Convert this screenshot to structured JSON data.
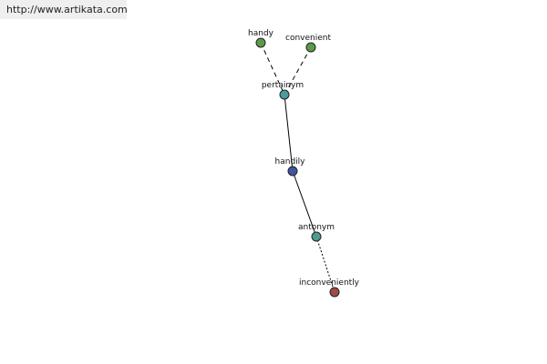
{
  "header": {
    "url": "http://www.artikata.com"
  },
  "graph": {
    "nodes": [
      {
        "id": "handy",
        "label": "handy",
        "color": "#5c9a4a"
      },
      {
        "id": "convenient",
        "label": "convenient",
        "color": "#5c9a4a"
      },
      {
        "id": "pertainym",
        "label": "pertainym",
        "color": "#4e9b9b"
      },
      {
        "id": "handily",
        "label": "handily",
        "color": "#3f55a0"
      },
      {
        "id": "antonym",
        "label": "antonym",
        "color": "#4e9b8a"
      },
      {
        "id": "inconveniently",
        "label": "inconveniently",
        "color": "#9e4a4a"
      }
    ],
    "edges": [
      {
        "from": "handy",
        "to": "pertainym",
        "style": "dashed"
      },
      {
        "from": "convenient",
        "to": "pertainym",
        "style": "dashed"
      },
      {
        "from": "pertainym",
        "to": "handily",
        "style": "solid"
      },
      {
        "from": "handily",
        "to": "antonym",
        "style": "solid"
      },
      {
        "from": "antonym",
        "to": "inconveniently",
        "style": "dotted"
      }
    ]
  }
}
